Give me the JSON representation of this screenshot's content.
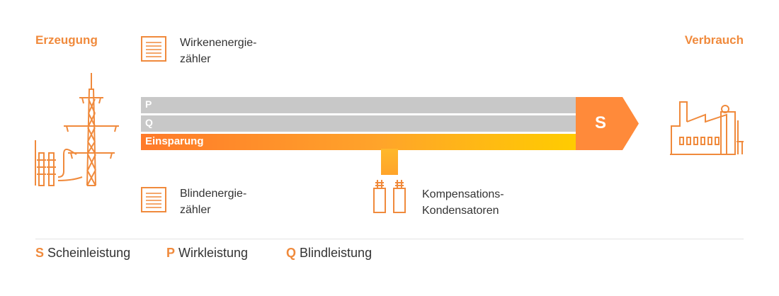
{
  "labels": {
    "generation": "Erzeugung",
    "consumption": "Verbrauch",
    "active_meter_line1": "Wirkenenergie-",
    "active_meter_line2": "zähler",
    "reactive_meter_line1": "Blindenergie-",
    "reactive_meter_line2": "zähler",
    "capacitors_line1": "Kompensations-",
    "capacitors_line2": "Kondensatoren"
  },
  "bars": {
    "p": "P",
    "q": "Q",
    "savings": "Einsparung",
    "s": "S"
  },
  "legend": [
    {
      "key": "S",
      "text": "Scheinleistung"
    },
    {
      "key": "P",
      "text": "Wirkleistung"
    },
    {
      "key": "Q",
      "text": "Blindleistung"
    }
  ],
  "colors": {
    "accent": "#f08a3c",
    "bar_gray": "#c8c8c8",
    "gradient_start": "#ff7a2a",
    "gradient_end": "#ffcc00",
    "s_arrow": "#ff8a3a"
  },
  "icons": [
    "transmission-tower-icon",
    "transformer-icon",
    "meter-icon",
    "capacitor-icon",
    "factory-icon"
  ]
}
